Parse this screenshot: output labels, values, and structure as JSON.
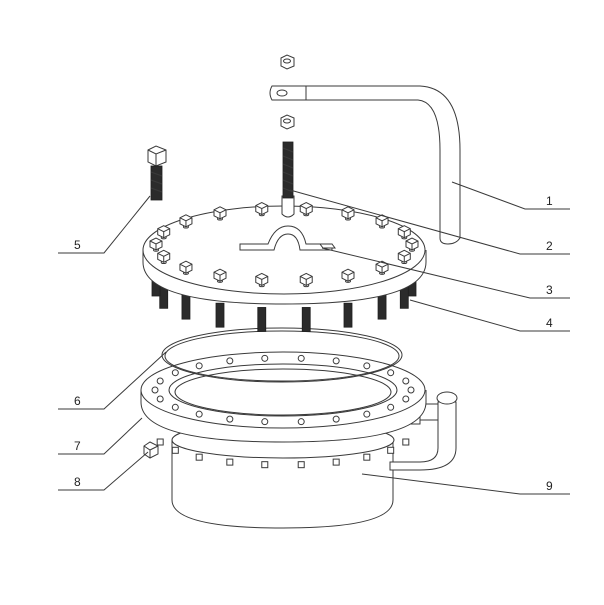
{
  "callouts": [
    {
      "id": "1",
      "text": "1"
    },
    {
      "id": "2",
      "text": "2"
    },
    {
      "id": "3",
      "text": "3"
    },
    {
      "id": "4",
      "text": "4"
    },
    {
      "id": "5",
      "text": "5"
    },
    {
      "id": "6",
      "text": "6"
    },
    {
      "id": "7",
      "text": "7"
    },
    {
      "id": "8",
      "text": "8"
    },
    {
      "id": "9",
      "text": "9"
    }
  ]
}
